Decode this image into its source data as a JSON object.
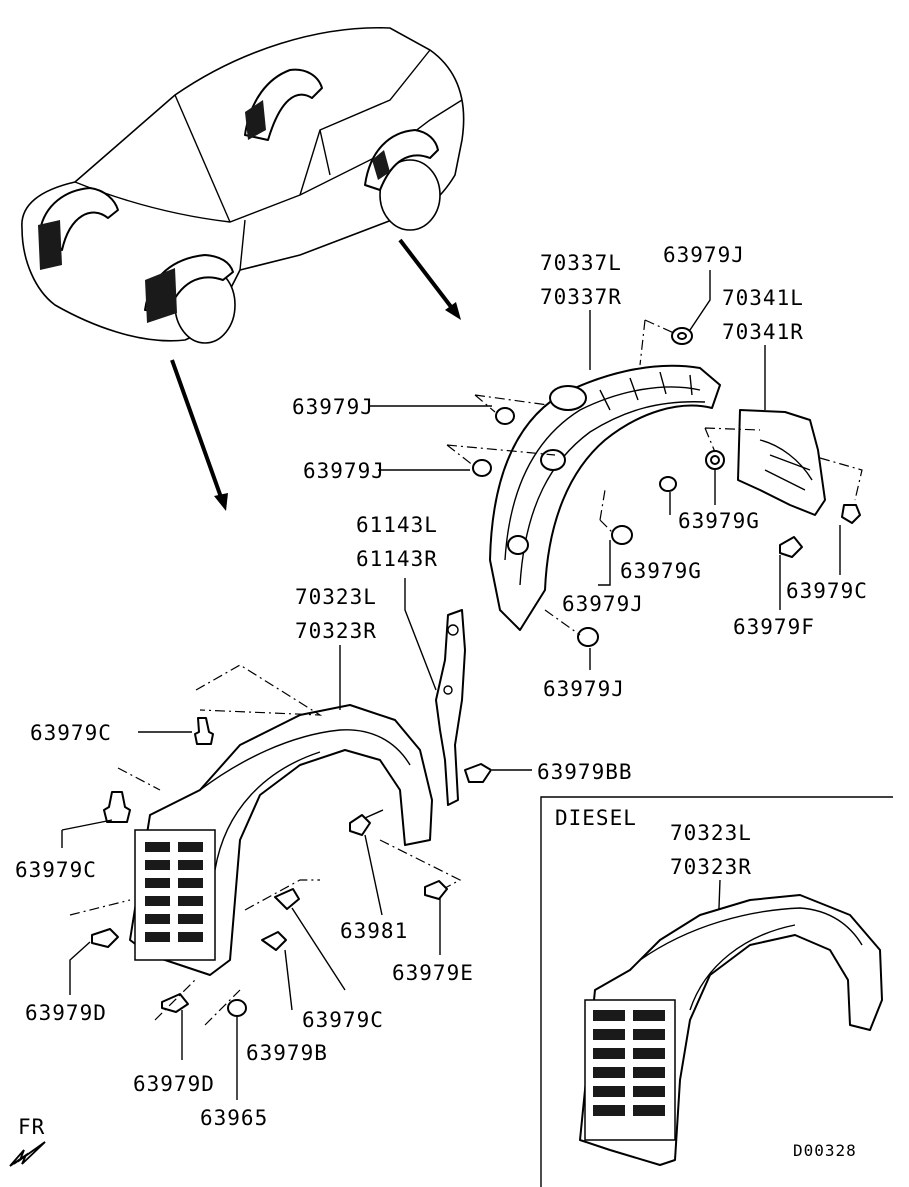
{
  "labels": {
    "front_fender_liner": [
      "70337L",
      "70337R"
    ],
    "front_fender_splash": [
      "70341L",
      "70341R"
    ],
    "front_fender_bracket": [
      "61143L",
      "61143R"
    ],
    "rear_liner": [
      "70323L",
      "70323R"
    ],
    "clip_j_top": "63979J",
    "clip_j_1": "63979J",
    "clip_j_2": "63979J",
    "clip_j_3": "63979J",
    "clip_j_4": "63979J",
    "clip_g_1": "63979G",
    "clip_g_2": "63979G",
    "clip_c_right": "63979C",
    "clip_f": "63979F",
    "clip_bb": "63979BB",
    "clip_c_top": "63979C",
    "clip_c_left": "63979C",
    "clip_c_bottom": "63979C",
    "clip_d_left": "63979D",
    "clip_d_bottom": "63979D",
    "clip_b": "63979B",
    "bolt_63981": "63981",
    "clip_e": "63979E",
    "screw_63965": "63965",
    "fr": "FR"
  },
  "diesel_box": {
    "title": "DIESEL",
    "part_numbers": [
      "70323L",
      "70323R"
    ]
  },
  "diagram_code": "D00328"
}
